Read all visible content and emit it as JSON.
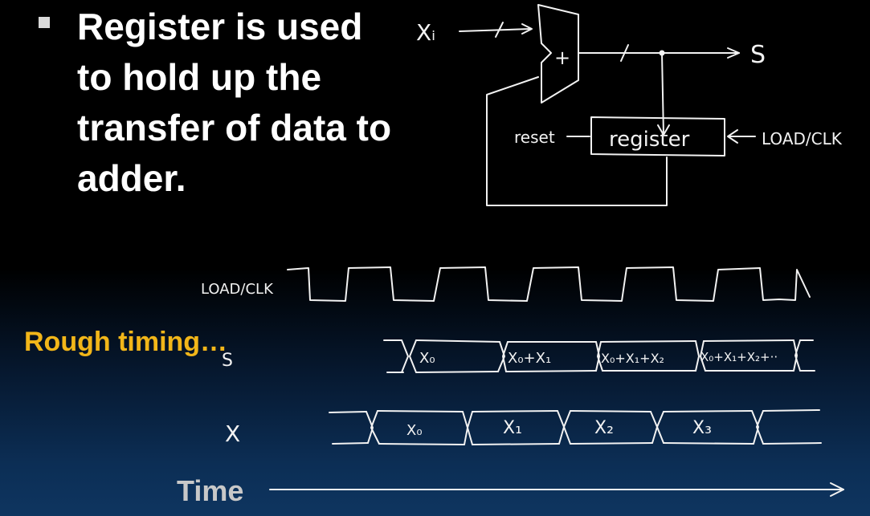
{
  "bullet": {
    "text": "Register is used to hold up the transfer of data to adder."
  },
  "side_label": "Rough timing…",
  "time_label": "Time",
  "circuit": {
    "input": "Xᵢ",
    "adder_symbol": "+",
    "output": "S",
    "reset": "reset",
    "register": "register",
    "clock": "LOAD/CLK"
  },
  "timing": {
    "clk_label": "LOAD/CLK",
    "s_label": "S",
    "x_label": "X",
    "s_values": [
      "X₀",
      "X₀+X₁",
      "X₀+X₁+X₂",
      "X₀+X₁+X₂+··"
    ],
    "x_values": [
      "X₀",
      "X₁",
      "X₂",
      "X₃"
    ]
  }
}
